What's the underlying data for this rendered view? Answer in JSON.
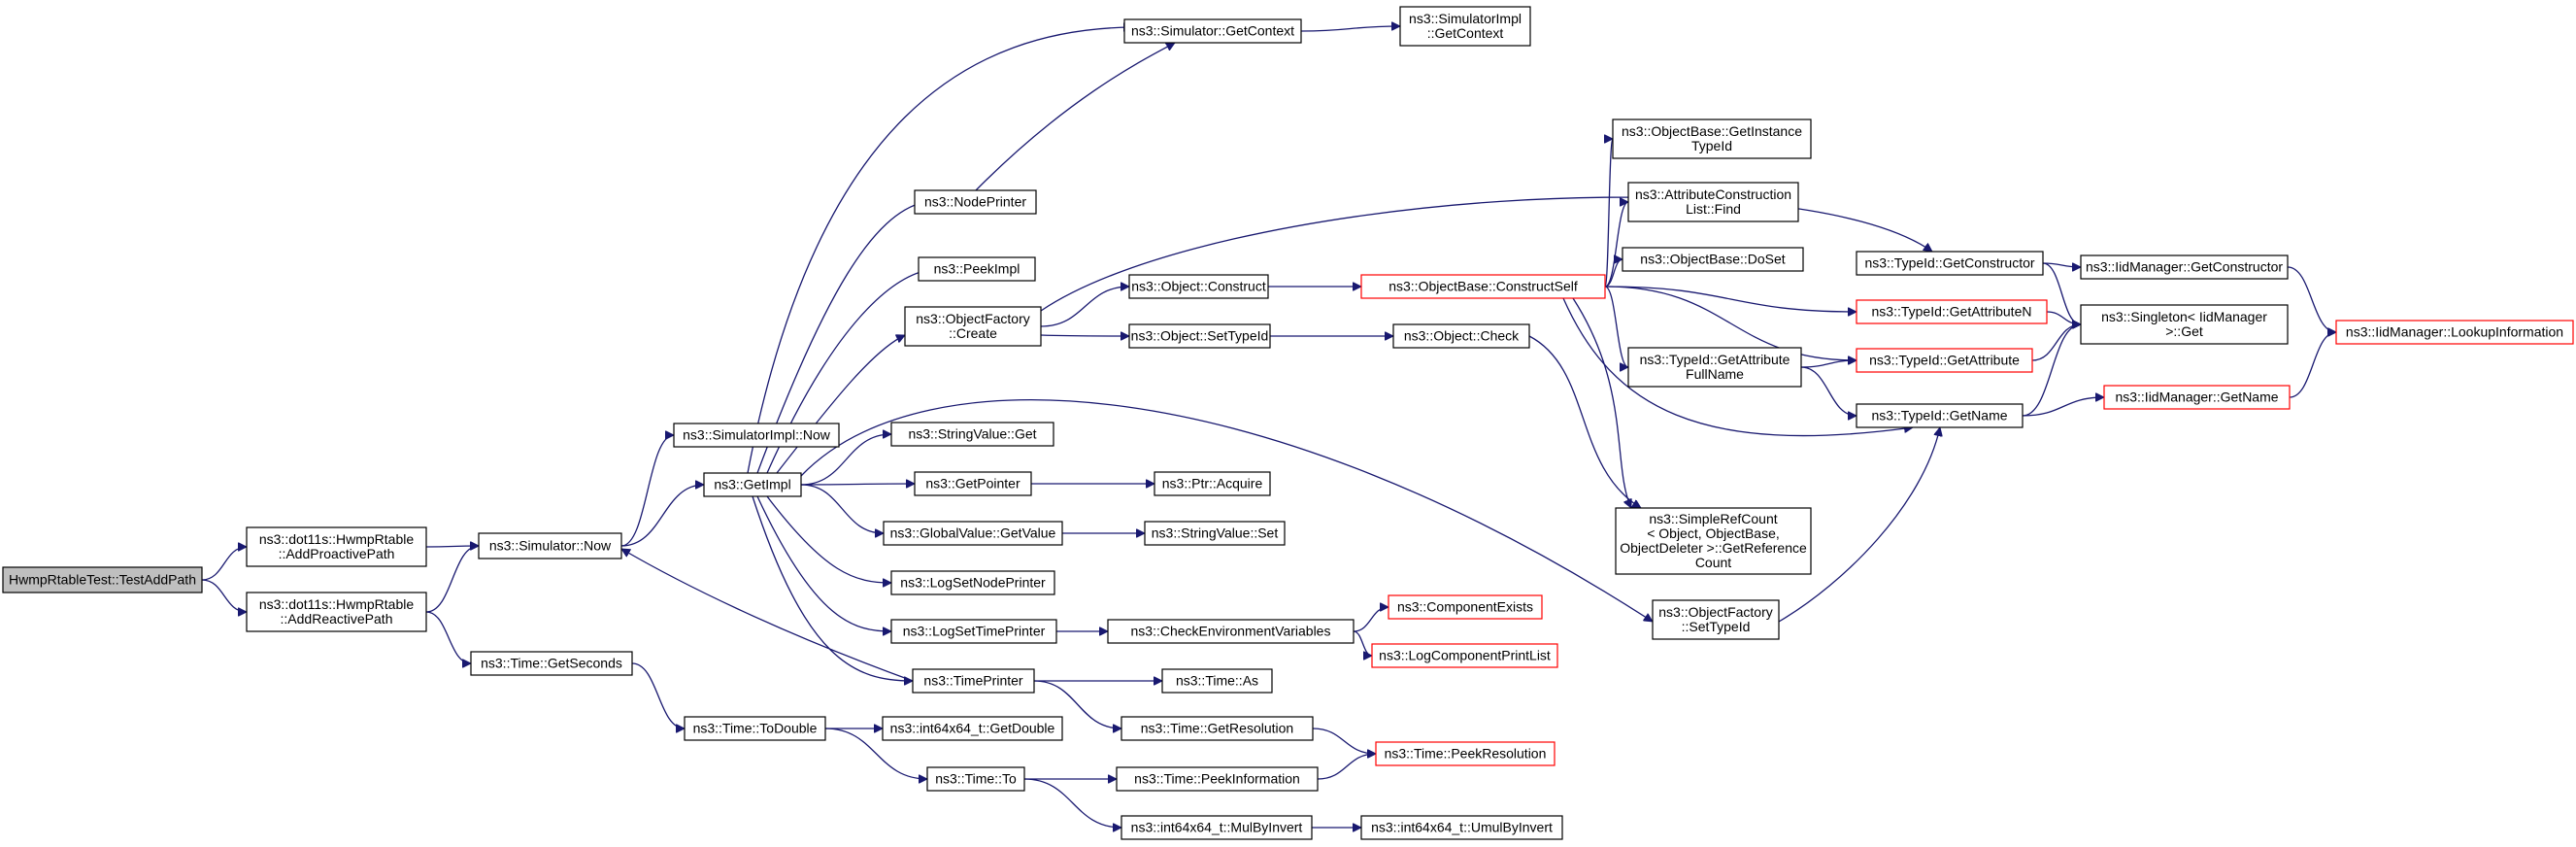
{
  "colors": {
    "edge": "#191970",
    "root_fill": "#bfbfbf",
    "normal_border": "#000000",
    "truncated_border": "#ff0000",
    "node_fill": "#ffffff"
  },
  "nodes": [
    {
      "id": "n0",
      "lines": [
        "HwmpRtableTest::TestAddPath"
      ],
      "root": true
    },
    {
      "id": "n1",
      "lines": [
        "ns3::dot11s::HwmpRtable",
        "::AddProactivePath"
      ]
    },
    {
      "id": "n2",
      "lines": [
        "ns3::dot11s::HwmpRtable",
        "::AddReactivePath"
      ]
    },
    {
      "id": "n3",
      "lines": [
        "ns3::Simulator::Now"
      ]
    },
    {
      "id": "n4",
      "lines": [
        "ns3::Time::GetSeconds"
      ]
    },
    {
      "id": "n5",
      "lines": [
        "ns3::SimulatorImpl::Now"
      ]
    },
    {
      "id": "n6",
      "lines": [
        "ns3::GetImpl"
      ]
    },
    {
      "id": "n7",
      "lines": [
        "ns3::Time::ToDouble"
      ]
    },
    {
      "id": "n8",
      "lines": [
        "ns3::Simulator::GetContext"
      ]
    },
    {
      "id": "n9",
      "lines": [
        "ns3::NodePrinter"
      ]
    },
    {
      "id": "n10",
      "lines": [
        "ns3::PeekImpl"
      ]
    },
    {
      "id": "n11",
      "lines": [
        "ns3::ObjectFactory",
        "::Create"
      ]
    },
    {
      "id": "n12",
      "lines": [
        "ns3::StringValue::Get"
      ]
    },
    {
      "id": "n13",
      "lines": [
        "ns3::GetPointer"
      ]
    },
    {
      "id": "n14",
      "lines": [
        "ns3::GlobalValue::GetValue"
      ]
    },
    {
      "id": "n15",
      "lines": [
        "ns3::LogSetNodePrinter"
      ]
    },
    {
      "id": "n16",
      "lines": [
        "ns3::LogSetTimePrinter"
      ]
    },
    {
      "id": "n17",
      "lines": [
        "ns3::TimePrinter"
      ]
    },
    {
      "id": "n18",
      "lines": [
        "ns3::int64x64_t::GetDouble"
      ]
    },
    {
      "id": "n19",
      "lines": [
        "ns3::Time::To"
      ]
    },
    {
      "id": "n20",
      "lines": [
        "ns3::SimulatorImpl",
        "::GetContext"
      ]
    },
    {
      "id": "n21",
      "lines": [
        "ns3::Object::Construct"
      ]
    },
    {
      "id": "n22",
      "lines": [
        "ns3::Object::SetTypeId"
      ]
    },
    {
      "id": "n23",
      "lines": [
        "ns3::Ptr::Acquire"
      ]
    },
    {
      "id": "n24",
      "lines": [
        "ns3::StringValue::Set"
      ]
    },
    {
      "id": "n25",
      "lines": [
        "ns3::CheckEnvironmentVariables"
      ]
    },
    {
      "id": "n26",
      "lines": [
        "ns3::Time::As"
      ]
    },
    {
      "id": "n27",
      "lines": [
        "ns3::Time::GetResolution"
      ]
    },
    {
      "id": "n28",
      "lines": [
        "ns3::Time::PeekInformation"
      ]
    },
    {
      "id": "n29",
      "lines": [
        "ns3::int64x64_t::MulByInvert"
      ]
    },
    {
      "id": "n30",
      "lines": [
        "ns3::ObjectBase::ConstructSelf"
      ],
      "truncated": true
    },
    {
      "id": "n31",
      "lines": [
        "ns3::Object::Check"
      ]
    },
    {
      "id": "n32",
      "lines": [
        "ns3::ComponentExists"
      ],
      "truncated": true
    },
    {
      "id": "n33",
      "lines": [
        "ns3::LogComponentPrintList"
      ],
      "truncated": true
    },
    {
      "id": "n34",
      "lines": [
        "ns3::Time::PeekResolution"
      ],
      "truncated": true
    },
    {
      "id": "n35",
      "lines": [
        "ns3::int64x64_t::UmulByInvert"
      ]
    },
    {
      "id": "n36",
      "lines": [
        "ns3::ObjectBase::GetInstance",
        "TypeId"
      ]
    },
    {
      "id": "n37",
      "lines": [
        "ns3::AttributeConstruction",
        "List::Find"
      ]
    },
    {
      "id": "n38",
      "lines": [
        "ns3::ObjectBase::DoSet"
      ]
    },
    {
      "id": "n39",
      "lines": [
        "ns3::TypeId::GetAttribute",
        "FullName"
      ]
    },
    {
      "id": "n40",
      "lines": [
        "ns3::SimpleRefCount",
        "< Object, ObjectBase,",
        "ObjectDeleter >::GetReference",
        "Count"
      ]
    },
    {
      "id": "n41",
      "lines": [
        "ns3::ObjectFactory",
        "::SetTypeId"
      ]
    },
    {
      "id": "n42",
      "lines": [
        "ns3::TypeId::GetConstructor"
      ]
    },
    {
      "id": "n43",
      "lines": [
        "ns3::TypeId::GetAttributeN"
      ],
      "truncated": true
    },
    {
      "id": "n44",
      "lines": [
        "ns3::TypeId::GetAttribute"
      ],
      "truncated": true
    },
    {
      "id": "n45",
      "lines": [
        "ns3::TypeId::GetName"
      ]
    },
    {
      "id": "n46",
      "lines": [
        "ns3::IidManager::GetConstructor"
      ]
    },
    {
      "id": "n47",
      "lines": [
        "ns3::Singleton< IidManager",
        ">::Get"
      ]
    },
    {
      "id": "n48",
      "lines": [
        "ns3::IidManager::GetName"
      ],
      "truncated": true
    },
    {
      "id": "n49",
      "lines": [
        "ns3::IidManager::LookupInformation"
      ],
      "truncated": true
    }
  ],
  "edges": [
    [
      "n0",
      "n1"
    ],
    [
      "n0",
      "n2"
    ],
    [
      "n1",
      "n3"
    ],
    [
      "n2",
      "n3"
    ],
    [
      "n2",
      "n4"
    ],
    [
      "n3",
      "n5"
    ],
    [
      "n3",
      "n6"
    ],
    [
      "n4",
      "n7"
    ],
    [
      "n6",
      "n8"
    ],
    [
      "n6",
      "n9"
    ],
    [
      "n6",
      "n10"
    ],
    [
      "n6",
      "n11"
    ],
    [
      "n6",
      "n12"
    ],
    [
      "n6",
      "n13"
    ],
    [
      "n6",
      "n14"
    ],
    [
      "n6",
      "n15"
    ],
    [
      "n6",
      "n16"
    ],
    [
      "n6",
      "n17"
    ],
    [
      "n6",
      "n41"
    ],
    [
      "n7",
      "n18"
    ],
    [
      "n7",
      "n19"
    ],
    [
      "n8",
      "n20"
    ],
    [
      "n9",
      "n8"
    ],
    [
      "n11",
      "n21"
    ],
    [
      "n11",
      "n22"
    ],
    [
      "n11",
      "n42"
    ],
    [
      "n13",
      "n23"
    ],
    [
      "n14",
      "n24"
    ],
    [
      "n16",
      "n25"
    ],
    [
      "n17",
      "n3"
    ],
    [
      "n17",
      "n26"
    ],
    [
      "n17",
      "n27"
    ],
    [
      "n19",
      "n28"
    ],
    [
      "n19",
      "n29"
    ],
    [
      "n21",
      "n30"
    ],
    [
      "n22",
      "n31"
    ],
    [
      "n25",
      "n32"
    ],
    [
      "n25",
      "n33"
    ],
    [
      "n27",
      "n34"
    ],
    [
      "n28",
      "n34"
    ],
    [
      "n29",
      "n35"
    ],
    [
      "n30",
      "n36"
    ],
    [
      "n30",
      "n37"
    ],
    [
      "n30",
      "n38"
    ],
    [
      "n30",
      "n39"
    ],
    [
      "n30",
      "n43"
    ],
    [
      "n30",
      "n44"
    ],
    [
      "n30",
      "n45"
    ],
    [
      "n30",
      "n40"
    ],
    [
      "n31",
      "n40"
    ],
    [
      "n39",
      "n44"
    ],
    [
      "n39",
      "n45"
    ],
    [
      "n41",
      "n45"
    ],
    [
      "n42",
      "n46"
    ],
    [
      "n42",
      "n47"
    ],
    [
      "n43",
      "n47"
    ],
    [
      "n44",
      "n47"
    ],
    [
      "n45",
      "n47"
    ],
    [
      "n45",
      "n48"
    ],
    [
      "n46",
      "n49"
    ],
    [
      "n48",
      "n49"
    ]
  ]
}
